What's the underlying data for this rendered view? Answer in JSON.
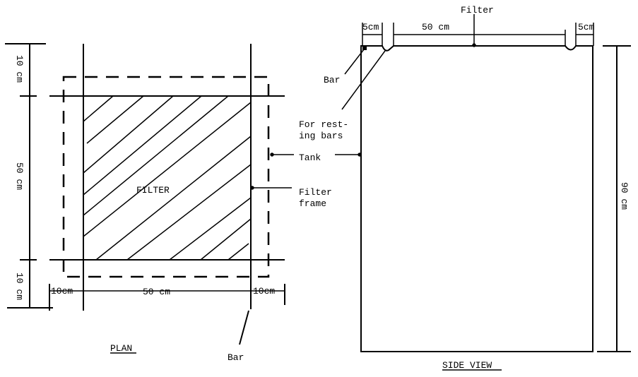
{
  "plan": {
    "title": "PLAN",
    "filter_label": "FILTER",
    "dim_left_top": "10 cm",
    "dim_left_mid": "50 cm",
    "dim_left_bottom": "10 cm",
    "dim_bottom_left": "10cm",
    "dim_bottom_mid": "50 cm",
    "dim_bottom_right": "10cm",
    "bar_label": "Bar"
  },
  "callouts": {
    "resting_line1": "For rest-",
    "resting_line2": "ing bars",
    "tank": "Tank",
    "frame_line1": "Filter",
    "frame_line2": "frame"
  },
  "side": {
    "title": "SIDE VIEW",
    "filter_label": "Filter",
    "bar_label": "Bar",
    "dim_top_left": "5cm",
    "dim_top_mid": "50 cm",
    "dim_top_right": "5cm",
    "dim_height": "90 cm"
  }
}
